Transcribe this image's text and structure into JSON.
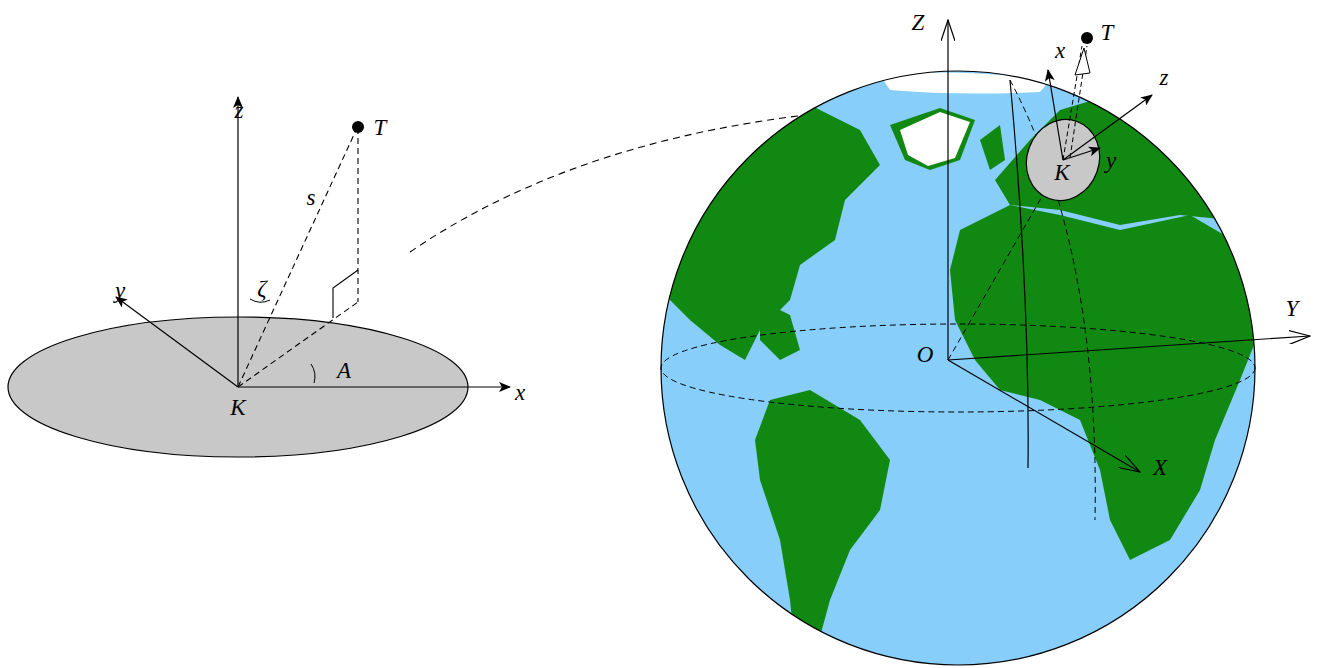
{
  "diagram": {
    "labels": [
      "z",
      "T",
      "s",
      "y",
      "ζ",
      "A",
      "K",
      "x",
      "Z",
      "x",
      "T",
      "z",
      "y",
      "K",
      "Y",
      "O",
      "X"
    ]
  }
}
